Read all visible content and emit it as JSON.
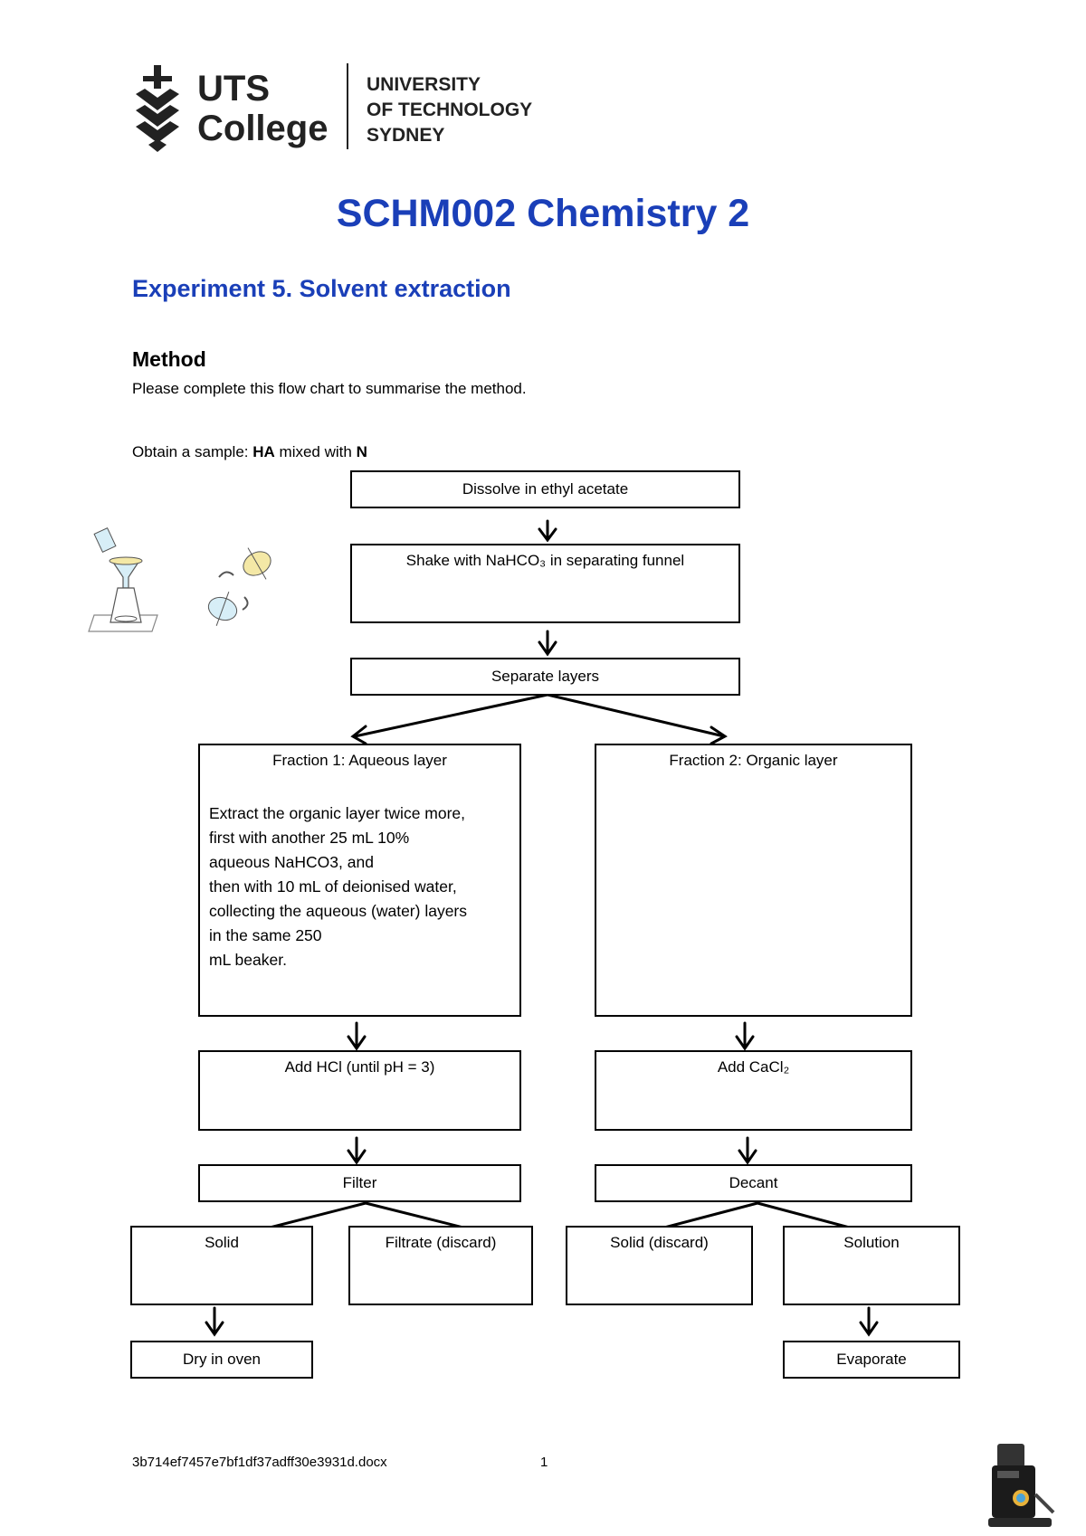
{
  "logo": {
    "uts": "UTS",
    "college": "College",
    "uni_line1": "UNIVERSITY",
    "uni_line2": "OF TECHNOLOGY",
    "uni_line3": "SYDNEY"
  },
  "title": "SCHM002 Chemistry 2",
  "subtitle": "Experiment 5. Solvent extraction",
  "method": {
    "heading": "Method",
    "instruction": "Please complete this flow chart to summarise the method.",
    "sample_prefix": "Obtain a sample: ",
    "sample_ha": "HA",
    "sample_mid": " mixed with ",
    "sample_n": "N"
  },
  "flow": {
    "dissolve": "Dissolve in ethyl acetate",
    "shake": "Shake with NaHCO₃ in separating funnel",
    "separate": "Separate layers",
    "fraction1_title": "Fraction 1: Aqueous layer",
    "fraction1_note_1": "Extract the organic layer twice more,",
    "fraction1_note_2": "first with another 25 mL 10%",
    "fraction1_note_3": "aqueous NaHCO3, and",
    "fraction1_note_4": "then with 10 mL of deionised water,",
    "fraction1_note_5": "collecting the aqueous (water) layers",
    "fraction1_note_6": "in the same 250",
    "fraction1_note_7": "mL beaker.",
    "fraction2_title": "Fraction 2: Organic layer",
    "add_hcl": "Add HCl (until pH = 3)",
    "add_cacl2": "Add CaCl₂",
    "filter": "Filter",
    "decant": "Decant",
    "solid": "Solid",
    "filtrate_discard": "Filtrate (discard)",
    "solid_discard": "Solid (discard)",
    "solution": "Solution",
    "dry_in_oven": "Dry in oven",
    "evaporate": "Evaporate"
  },
  "footer": {
    "filename": "3b714ef7457e7bf1df37adff30e3931d.docx",
    "page": "1"
  },
  "colors": {
    "heading_blue": "#1a3fb8"
  }
}
